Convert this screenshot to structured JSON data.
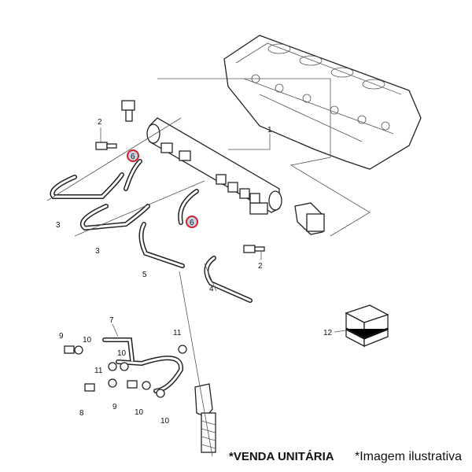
{
  "diagram": {
    "callouts": [
      {
        "id": "c-2a",
        "text": "2",
        "highlighted": false
      },
      {
        "id": "c-1",
        "text": "1",
        "highlighted": false
      },
      {
        "id": "c-6a",
        "text": "6",
        "highlighted": true
      },
      {
        "id": "c-6b",
        "text": "6",
        "highlighted": true
      },
      {
        "id": "c-3a",
        "text": "3",
        "highlighted": false
      },
      {
        "id": "c-3b",
        "text": "3",
        "highlighted": false
      },
      {
        "id": "c-5",
        "text": "5",
        "highlighted": false
      },
      {
        "id": "c-2b",
        "text": "2",
        "highlighted": false
      },
      {
        "id": "c-4",
        "text": "4",
        "highlighted": false
      },
      {
        "id": "c-7",
        "text": "7",
        "highlighted": false
      },
      {
        "id": "c-9a",
        "text": "9",
        "highlighted": false
      },
      {
        "id": "c-10a",
        "text": "10",
        "highlighted": false
      },
      {
        "id": "c-10b",
        "text": "10",
        "highlighted": false
      },
      {
        "id": "c-11a",
        "text": "11",
        "highlighted": false
      },
      {
        "id": "c-11b",
        "text": "11",
        "highlighted": false
      },
      {
        "id": "c-12",
        "text": "12",
        "highlighted": false
      },
      {
        "id": "c-8",
        "text": "8",
        "highlighted": false
      },
      {
        "id": "c-9b",
        "text": "9",
        "highlighted": false
      },
      {
        "id": "c-10c",
        "text": "10",
        "highlighted": false
      },
      {
        "id": "c-10d",
        "text": "10",
        "highlighted": false
      }
    ],
    "highlight_color": "#d0202a"
  },
  "footer": {
    "sale_note": "*VENDA UNITÁRIA",
    "image_note": "*Imagem ilustrativa"
  }
}
